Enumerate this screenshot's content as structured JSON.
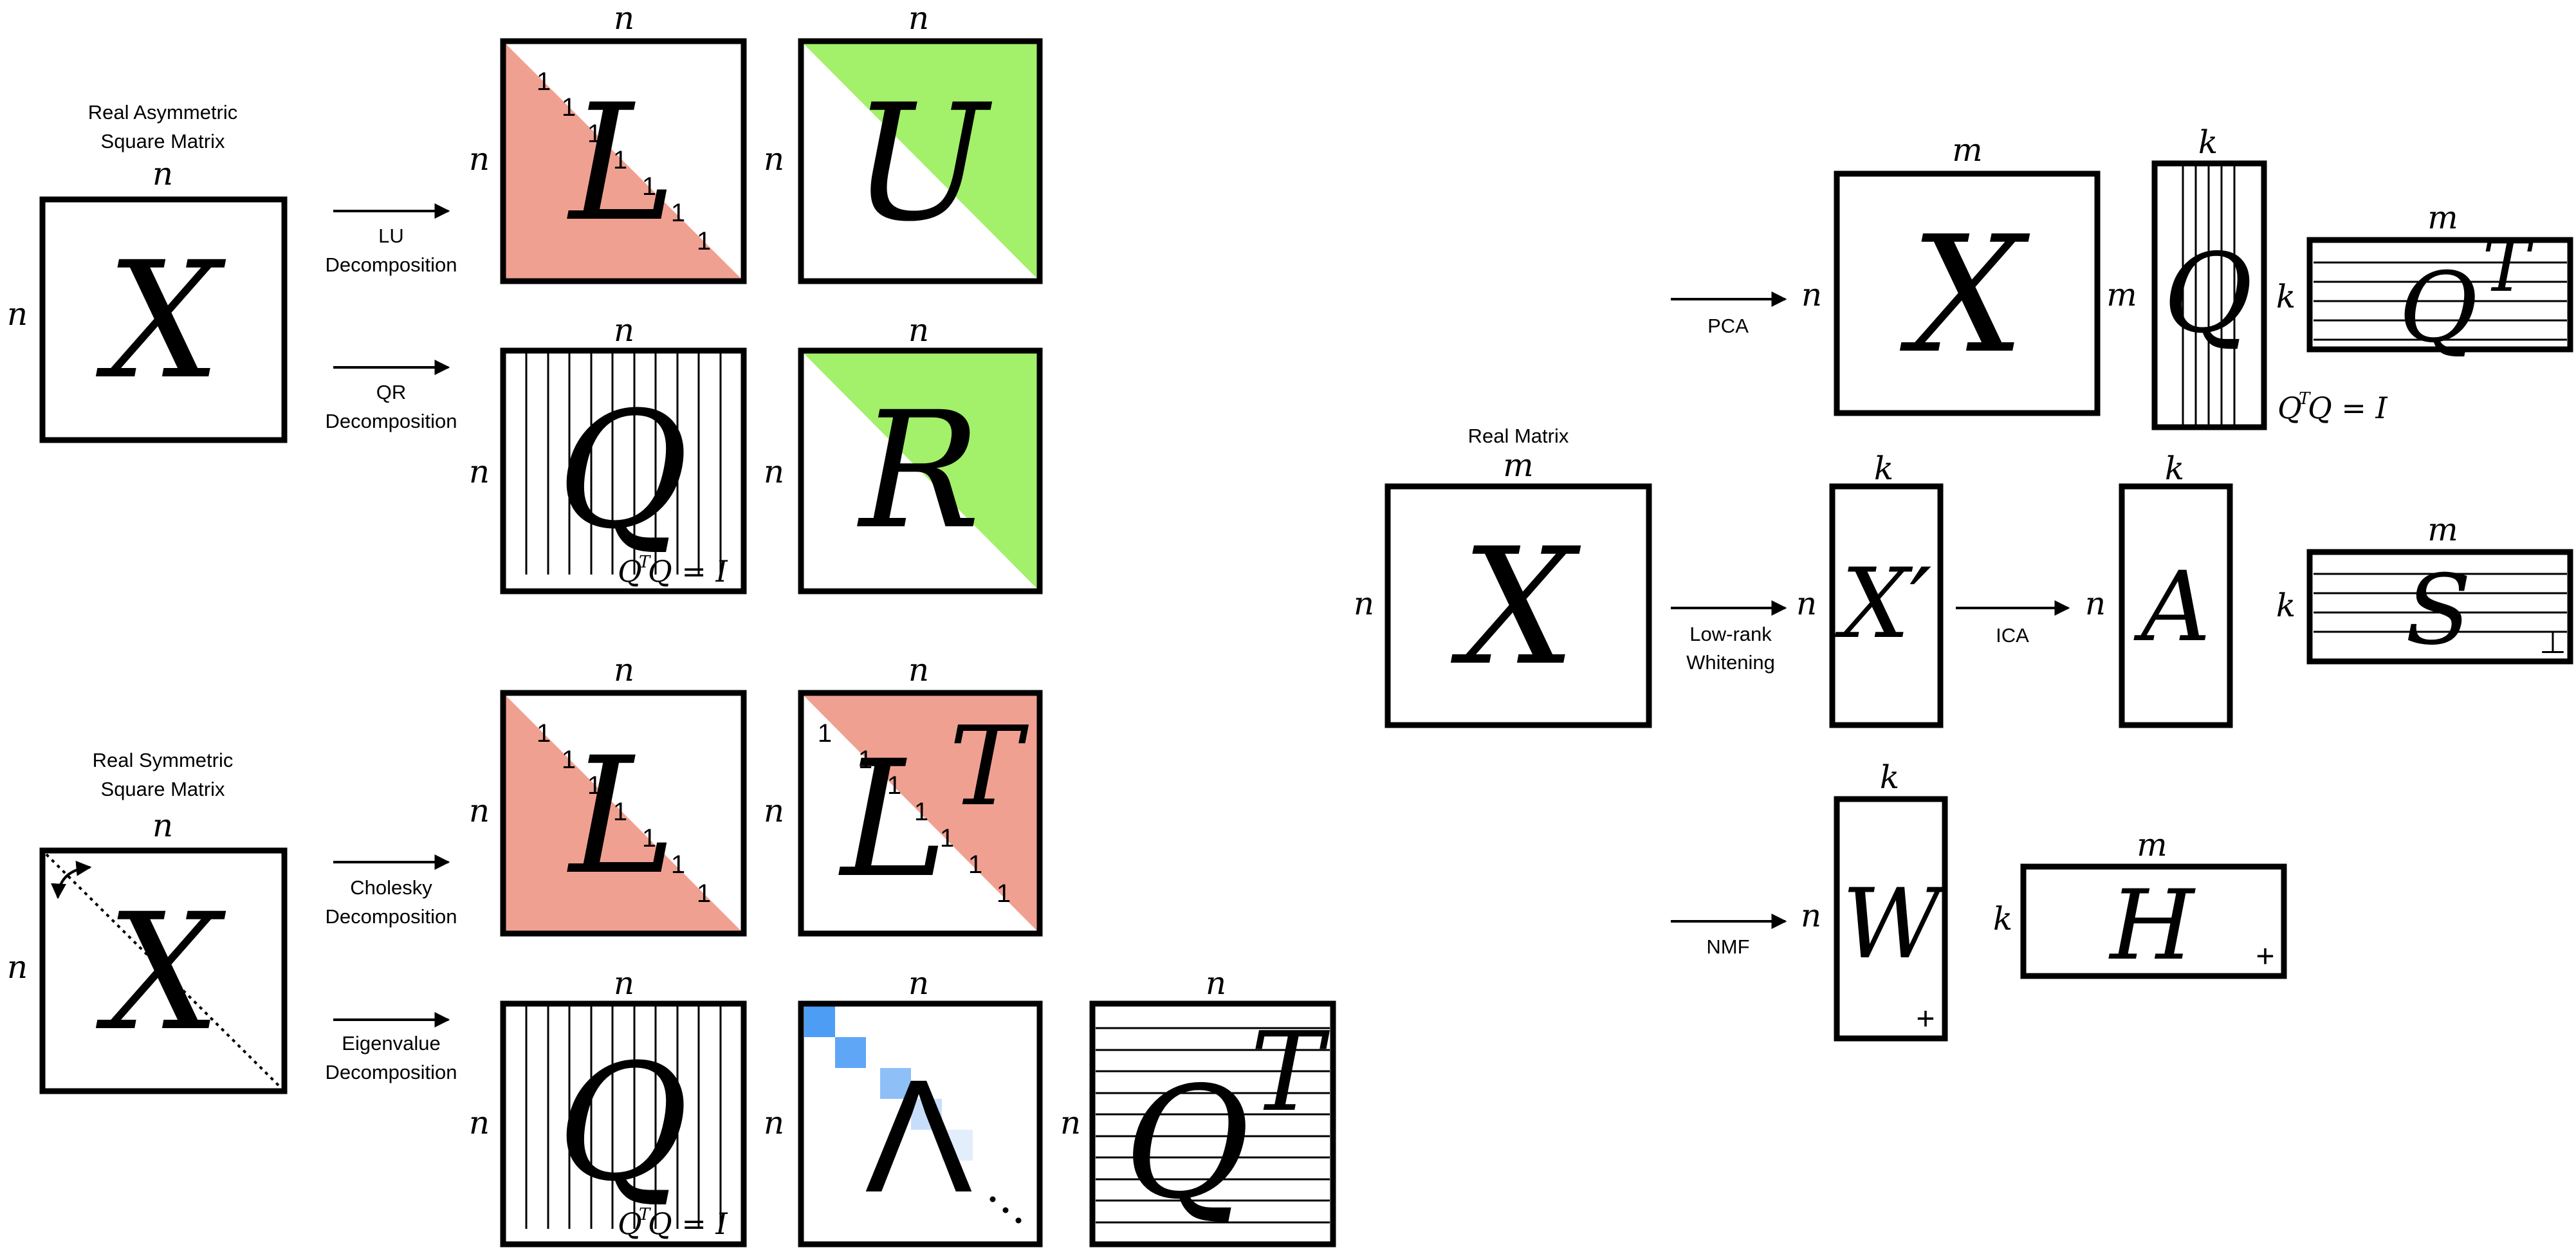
{
  "symbols": {
    "n": "n",
    "m": "m",
    "k": "k",
    "one": "1",
    "plus": "+",
    "perp": "⊥"
  },
  "colors": {
    "lower": "#f0a091",
    "upper": "#a3f06a",
    "eig_dark": "#4d9df5",
    "eig_mid": "#8ec0f7",
    "eig_light": "#c7defb",
    "eig_faint": "#e3eefc"
  },
  "left": {
    "asym_title": [
      "Real Asymmetric",
      "Square Matrix"
    ],
    "sym_title": [
      "Real Symmetric",
      "Square Matrix"
    ],
    "lu_label": [
      "LU",
      "Decomposition"
    ],
    "qr_label": [
      "QR",
      "Decomposition"
    ],
    "chol_label": [
      "Cholesky",
      "Decomposition"
    ],
    "eig_label": [
      "Eigenvalue",
      "Decomposition"
    ],
    "X": "X",
    "L": "L",
    "U": "U",
    "Q": "Q",
    "R": "R",
    "LT_base": "L",
    "T": "T",
    "Lambda": "Λ",
    "ellipsis": "· · ·",
    "ortho_Q": "Q",
    "ortho_eq": "Q = I"
  },
  "right": {
    "title": "Real Matrix",
    "pca_label": "PCA",
    "whiten_label": [
      "Low-rank",
      "Whitening"
    ],
    "ica_label": "ICA",
    "nmf_label": "NMF",
    "X": "X",
    "Xprime": "X′",
    "Q": "Q",
    "T": "T",
    "A": "A",
    "S": "S",
    "W": "W",
    "H": "H",
    "ortho_Q": "Q",
    "ortho_eq": "Q = I"
  }
}
